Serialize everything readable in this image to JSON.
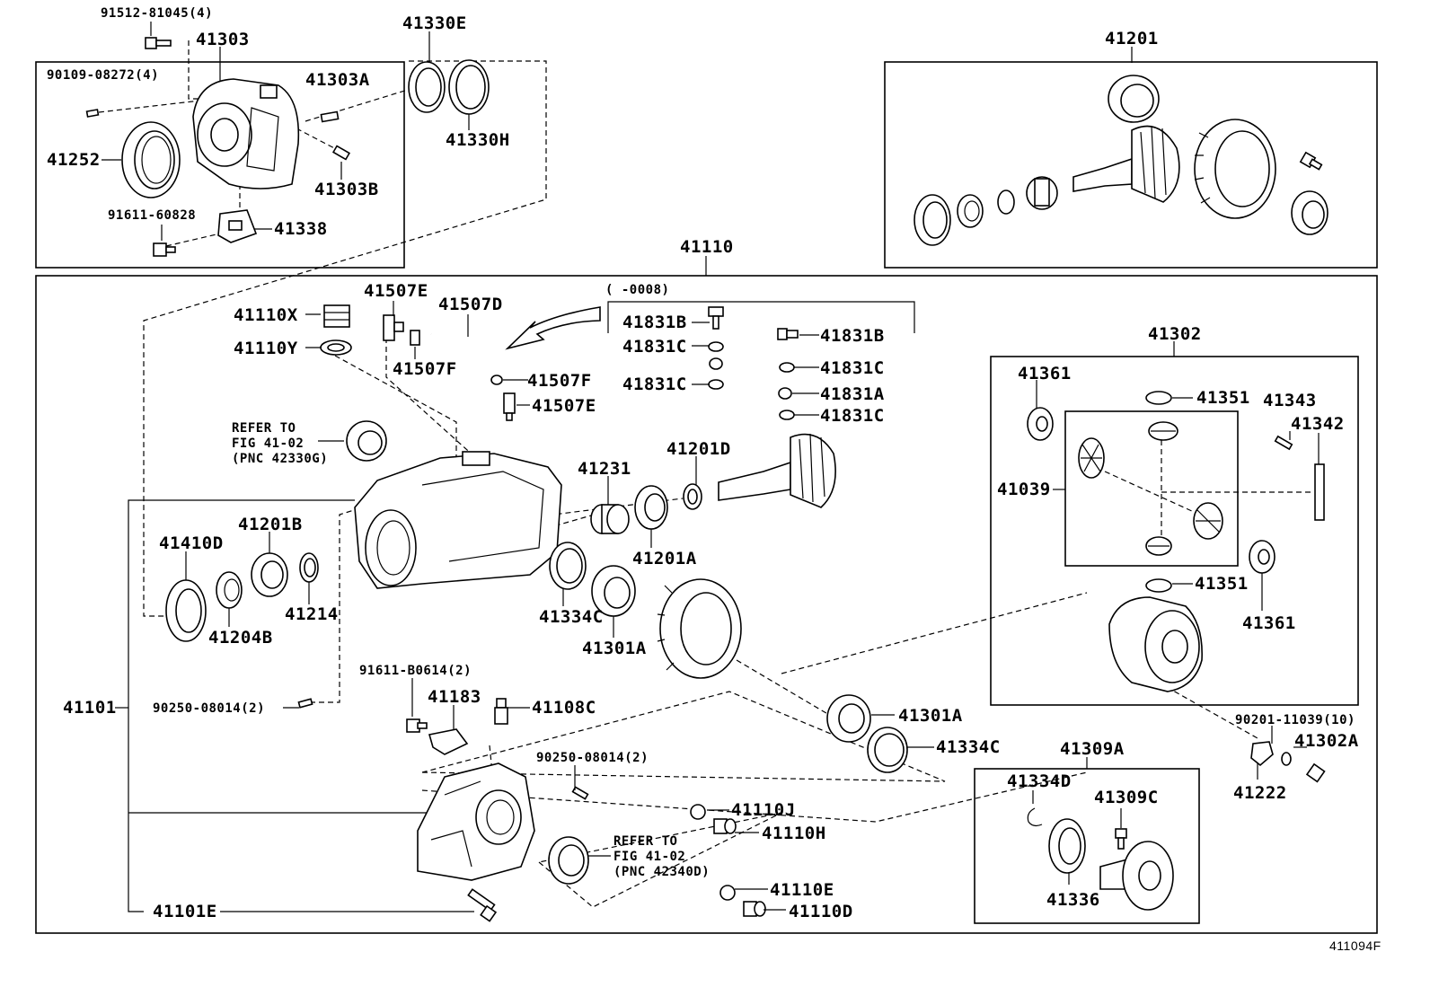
{
  "figure_id": "411094F",
  "labels": {
    "l_91512_81045": "91512-81045(4)",
    "l_41303": "41303",
    "l_41330E": "41330E",
    "l_90109_08272": "90109-08272(4)",
    "l_41303A": "41303A",
    "l_41252": "41252",
    "l_41330H": "41330H",
    "l_41303B": "41303B",
    "l_91611_60828": "91611-60828",
    "l_41338": "41338",
    "l_41201_top": "41201",
    "l_41110": "41110",
    "l_range": "(      -0008)",
    "l_41507E_a": "41507E",
    "l_41507D": "41507D",
    "l_41110X": "41110X",
    "l_41110Y": "41110Y",
    "l_41507F_a": "41507F",
    "l_41507F_b": "41507F",
    "l_41507E_b": "41507E",
    "l_41831B_a": "41831B",
    "l_41831C_a": "41831C",
    "l_41831C_b": "41831C",
    "l_41831B_b": "41831B",
    "l_41831C_c": "41831C",
    "l_41831A": "41831A",
    "l_41831C_d": "41831C",
    "l_41302": "41302",
    "l_41361_a": "41361",
    "l_41351_a": "41351",
    "l_41343": "41343",
    "l_41342": "41342",
    "l_41039": "41039",
    "l_41351_b": "41351",
    "l_41361_b": "41361",
    "refer1_line1": "REFER TO",
    "refer1_line2": "FIG 41-02",
    "refer1_line3": "(PNC 42330G)",
    "l_41231": "41231",
    "l_41201D": "41201D",
    "l_41201B": "41201B",
    "l_41410D": "41410D",
    "l_41214": "41214",
    "l_41204B": "41204B",
    "l_41201A": "41201A",
    "l_41334C_a": "41334C",
    "l_41301A_a": "41301A",
    "l_91611_B0614": "91611-B0614(2)",
    "l_41183": "41183",
    "l_41108C": "41108C",
    "l_41101": "41101",
    "l_90250_08014_a": "90250-08014(2)",
    "l_41301A_b": "41301A",
    "l_41334C_b": "41334C",
    "l_90201_11039": "90201-11039(10)",
    "l_41302A": "41302A",
    "l_41222": "41222",
    "l_90250_08014_b": "90250-08014(2)",
    "l_41309A": "41309A",
    "l_41334D": "41334D",
    "l_41309C": "41309C",
    "l_41110J": "41110J",
    "l_41110H": "41110H",
    "refer2_line1": "REFER TO",
    "refer2_line2": "FIG 41-02",
    "refer2_line3": "(PNC 42340D)",
    "l_41336": "41336",
    "l_41110E": "41110E",
    "l_41110D": "41110D",
    "l_41101E": "41101E"
  }
}
